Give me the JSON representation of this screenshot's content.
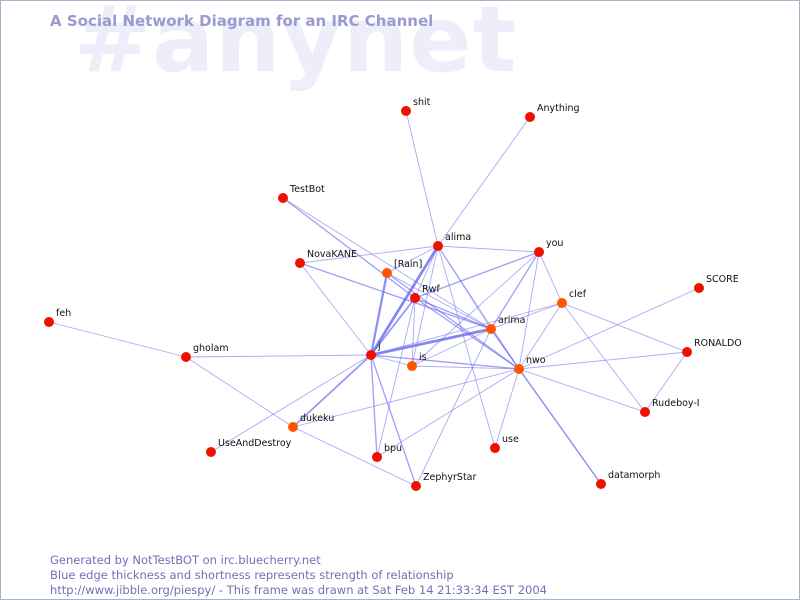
{
  "channel_watermark": "#anynet",
  "title": "A Social Network Diagram for an IRC Channel",
  "footer": {
    "line1": "Generated by NotTestBOT on irc.bluecherry.net",
    "line2": "Blue edge thickness and shortness represents strength of relationship",
    "line3": "http://www.jibble.org/piespy/ - This frame was drawn at Sat Feb 14 21:33:34 EST 2004"
  },
  "colors": {
    "node_red": "#ee1100",
    "node_orange": "#ff5500",
    "edge": "#6a6af0",
    "watermark": "#eeeefb",
    "title": "#9a9ad0",
    "footer": "#7070b8"
  },
  "network": {
    "nodes": [
      {
        "id": "shit",
        "label": "shit",
        "color": "red"
      },
      {
        "id": "Anything",
        "label": "Anything",
        "color": "red"
      },
      {
        "id": "TestBot",
        "label": "TestBot",
        "color": "red"
      },
      {
        "id": "alima",
        "label": "alima",
        "color": "red"
      },
      {
        "id": "you",
        "label": "you",
        "color": "red"
      },
      {
        "id": "NovaKANE",
        "label": "NovaKANE",
        "color": "red"
      },
      {
        "id": "Rain",
        "label": "[Rain]",
        "color": "orange"
      },
      {
        "id": "Rwf",
        "label": "Rwf",
        "color": "red"
      },
      {
        "id": "clef",
        "label": "clef",
        "color": "orange"
      },
      {
        "id": "SCORE",
        "label": "SCORE",
        "color": "red"
      },
      {
        "id": "feh",
        "label": "feh",
        "color": "red"
      },
      {
        "id": "arima",
        "label": "arima",
        "color": "orange"
      },
      {
        "id": "gholam",
        "label": "gholam",
        "color": "red"
      },
      {
        "id": "j",
        "label": "j",
        "color": "red"
      },
      {
        "id": "is",
        "label": "is",
        "color": "orange"
      },
      {
        "id": "nwo",
        "label": "nwo",
        "color": "orange"
      },
      {
        "id": "RONALDO",
        "label": "RONALDO",
        "color": "red"
      },
      {
        "id": "Rudeboy-I",
        "label": "Rudeboy-I",
        "color": "red"
      },
      {
        "id": "dukeku",
        "label": "dukeku",
        "color": "orange"
      },
      {
        "id": "UseAndDestroy",
        "label": "UseAndDestroy",
        "color": "red"
      },
      {
        "id": "bpu",
        "label": "bpu",
        "color": "red"
      },
      {
        "id": "use",
        "label": "use",
        "color": "red"
      },
      {
        "id": "datamorph",
        "label": "datamorph",
        "color": "red"
      },
      {
        "id": "ZephyrStar",
        "label": "ZephyrStar",
        "color": "red"
      }
    ],
    "edges": [
      {
        "from": "shit",
        "to": "alima",
        "weight": 1
      },
      {
        "from": "Anything",
        "to": "alima",
        "weight": 1
      },
      {
        "from": "TestBot",
        "to": "Rwf",
        "weight": 1.5
      },
      {
        "from": "TestBot",
        "to": "arima",
        "weight": 1
      },
      {
        "from": "alima",
        "to": "j",
        "weight": 3
      },
      {
        "from": "alima",
        "to": "arima",
        "weight": 1
      },
      {
        "from": "alima",
        "to": "nwo",
        "weight": 1
      },
      {
        "from": "alima",
        "to": "you",
        "weight": 1
      },
      {
        "from": "alima",
        "to": "NovaKANE",
        "weight": 1
      },
      {
        "from": "alima",
        "to": "Rwf",
        "weight": 1
      },
      {
        "from": "alima",
        "to": "is",
        "weight": 1
      },
      {
        "from": "alima",
        "to": "use",
        "weight": 1
      },
      {
        "from": "alima",
        "to": "Rain",
        "weight": 1
      },
      {
        "from": "Rain",
        "to": "j",
        "weight": 2.5
      },
      {
        "from": "Rain",
        "to": "nwo",
        "weight": 1.5
      },
      {
        "from": "Rain",
        "to": "arima",
        "weight": 1
      },
      {
        "from": "Rwf",
        "to": "j",
        "weight": 2
      },
      {
        "from": "Rwf",
        "to": "arima",
        "weight": 1.5
      },
      {
        "from": "Rwf",
        "to": "nwo",
        "weight": 1.5
      },
      {
        "from": "Rwf",
        "to": "you",
        "weight": 1.5
      },
      {
        "from": "Rwf",
        "to": "is",
        "weight": 1
      },
      {
        "from": "Rwf",
        "to": "bpu",
        "weight": 1
      },
      {
        "from": "NovaKANE",
        "to": "arima",
        "weight": 1.5
      },
      {
        "from": "NovaKANE",
        "to": "j",
        "weight": 1
      },
      {
        "from": "you",
        "to": "arima",
        "weight": 1.5
      },
      {
        "from": "you",
        "to": "nwo",
        "weight": 1
      },
      {
        "from": "you",
        "to": "is",
        "weight": 1
      },
      {
        "from": "you",
        "to": "clef",
        "weight": 1
      },
      {
        "from": "clef",
        "to": "arima",
        "weight": 1
      },
      {
        "from": "clef",
        "to": "nwo",
        "weight": 1
      },
      {
        "from": "clef",
        "to": "j",
        "weight": 1
      },
      {
        "from": "clef",
        "to": "RONALDO",
        "weight": 1
      },
      {
        "from": "clef",
        "to": "Rudeboy-I",
        "weight": 1
      },
      {
        "from": "arima",
        "to": "j",
        "weight": 3
      },
      {
        "from": "arima",
        "to": "is",
        "weight": 1
      },
      {
        "from": "arima",
        "to": "nwo",
        "weight": 1.5
      },
      {
        "from": "arima",
        "to": "datamorph",
        "weight": 1
      },
      {
        "from": "arima",
        "to": "ZephyrStar",
        "weight": 1
      },
      {
        "from": "j",
        "to": "nwo",
        "weight": 1.5
      },
      {
        "from": "j",
        "to": "is",
        "weight": 1
      },
      {
        "from": "j",
        "to": "dukeku",
        "weight": 2
      },
      {
        "from": "j",
        "to": "UseAndDestroy",
        "weight": 1
      },
      {
        "from": "j",
        "to": "bpu",
        "weight": 1.5
      },
      {
        "from": "j",
        "to": "ZephyrStar",
        "weight": 1.5
      },
      {
        "from": "j",
        "to": "gholam",
        "weight": 1
      },
      {
        "from": "is",
        "to": "nwo",
        "weight": 1
      },
      {
        "from": "nwo",
        "to": "SCORE",
        "weight": 1
      },
      {
        "from": "nwo",
        "to": "RONALDO",
        "weight": 1
      },
      {
        "from": "nwo",
        "to": "datamorph",
        "weight": 1.5
      },
      {
        "from": "nwo",
        "to": "dukeku",
        "weight": 1
      },
      {
        "from": "nwo",
        "to": "use",
        "weight": 1
      },
      {
        "from": "nwo",
        "to": "bpu",
        "weight": 1
      },
      {
        "from": "nwo",
        "to": "Rudeboy-I",
        "weight": 1
      },
      {
        "from": "RONALDO",
        "to": "Rudeboy-I",
        "weight": 1
      },
      {
        "from": "feh",
        "to": "gholam",
        "weight": 1
      },
      {
        "from": "gholam",
        "to": "dukeku",
        "weight": 1
      },
      {
        "from": "dukeku",
        "to": "ZephyrStar",
        "weight": 1
      }
    ]
  }
}
